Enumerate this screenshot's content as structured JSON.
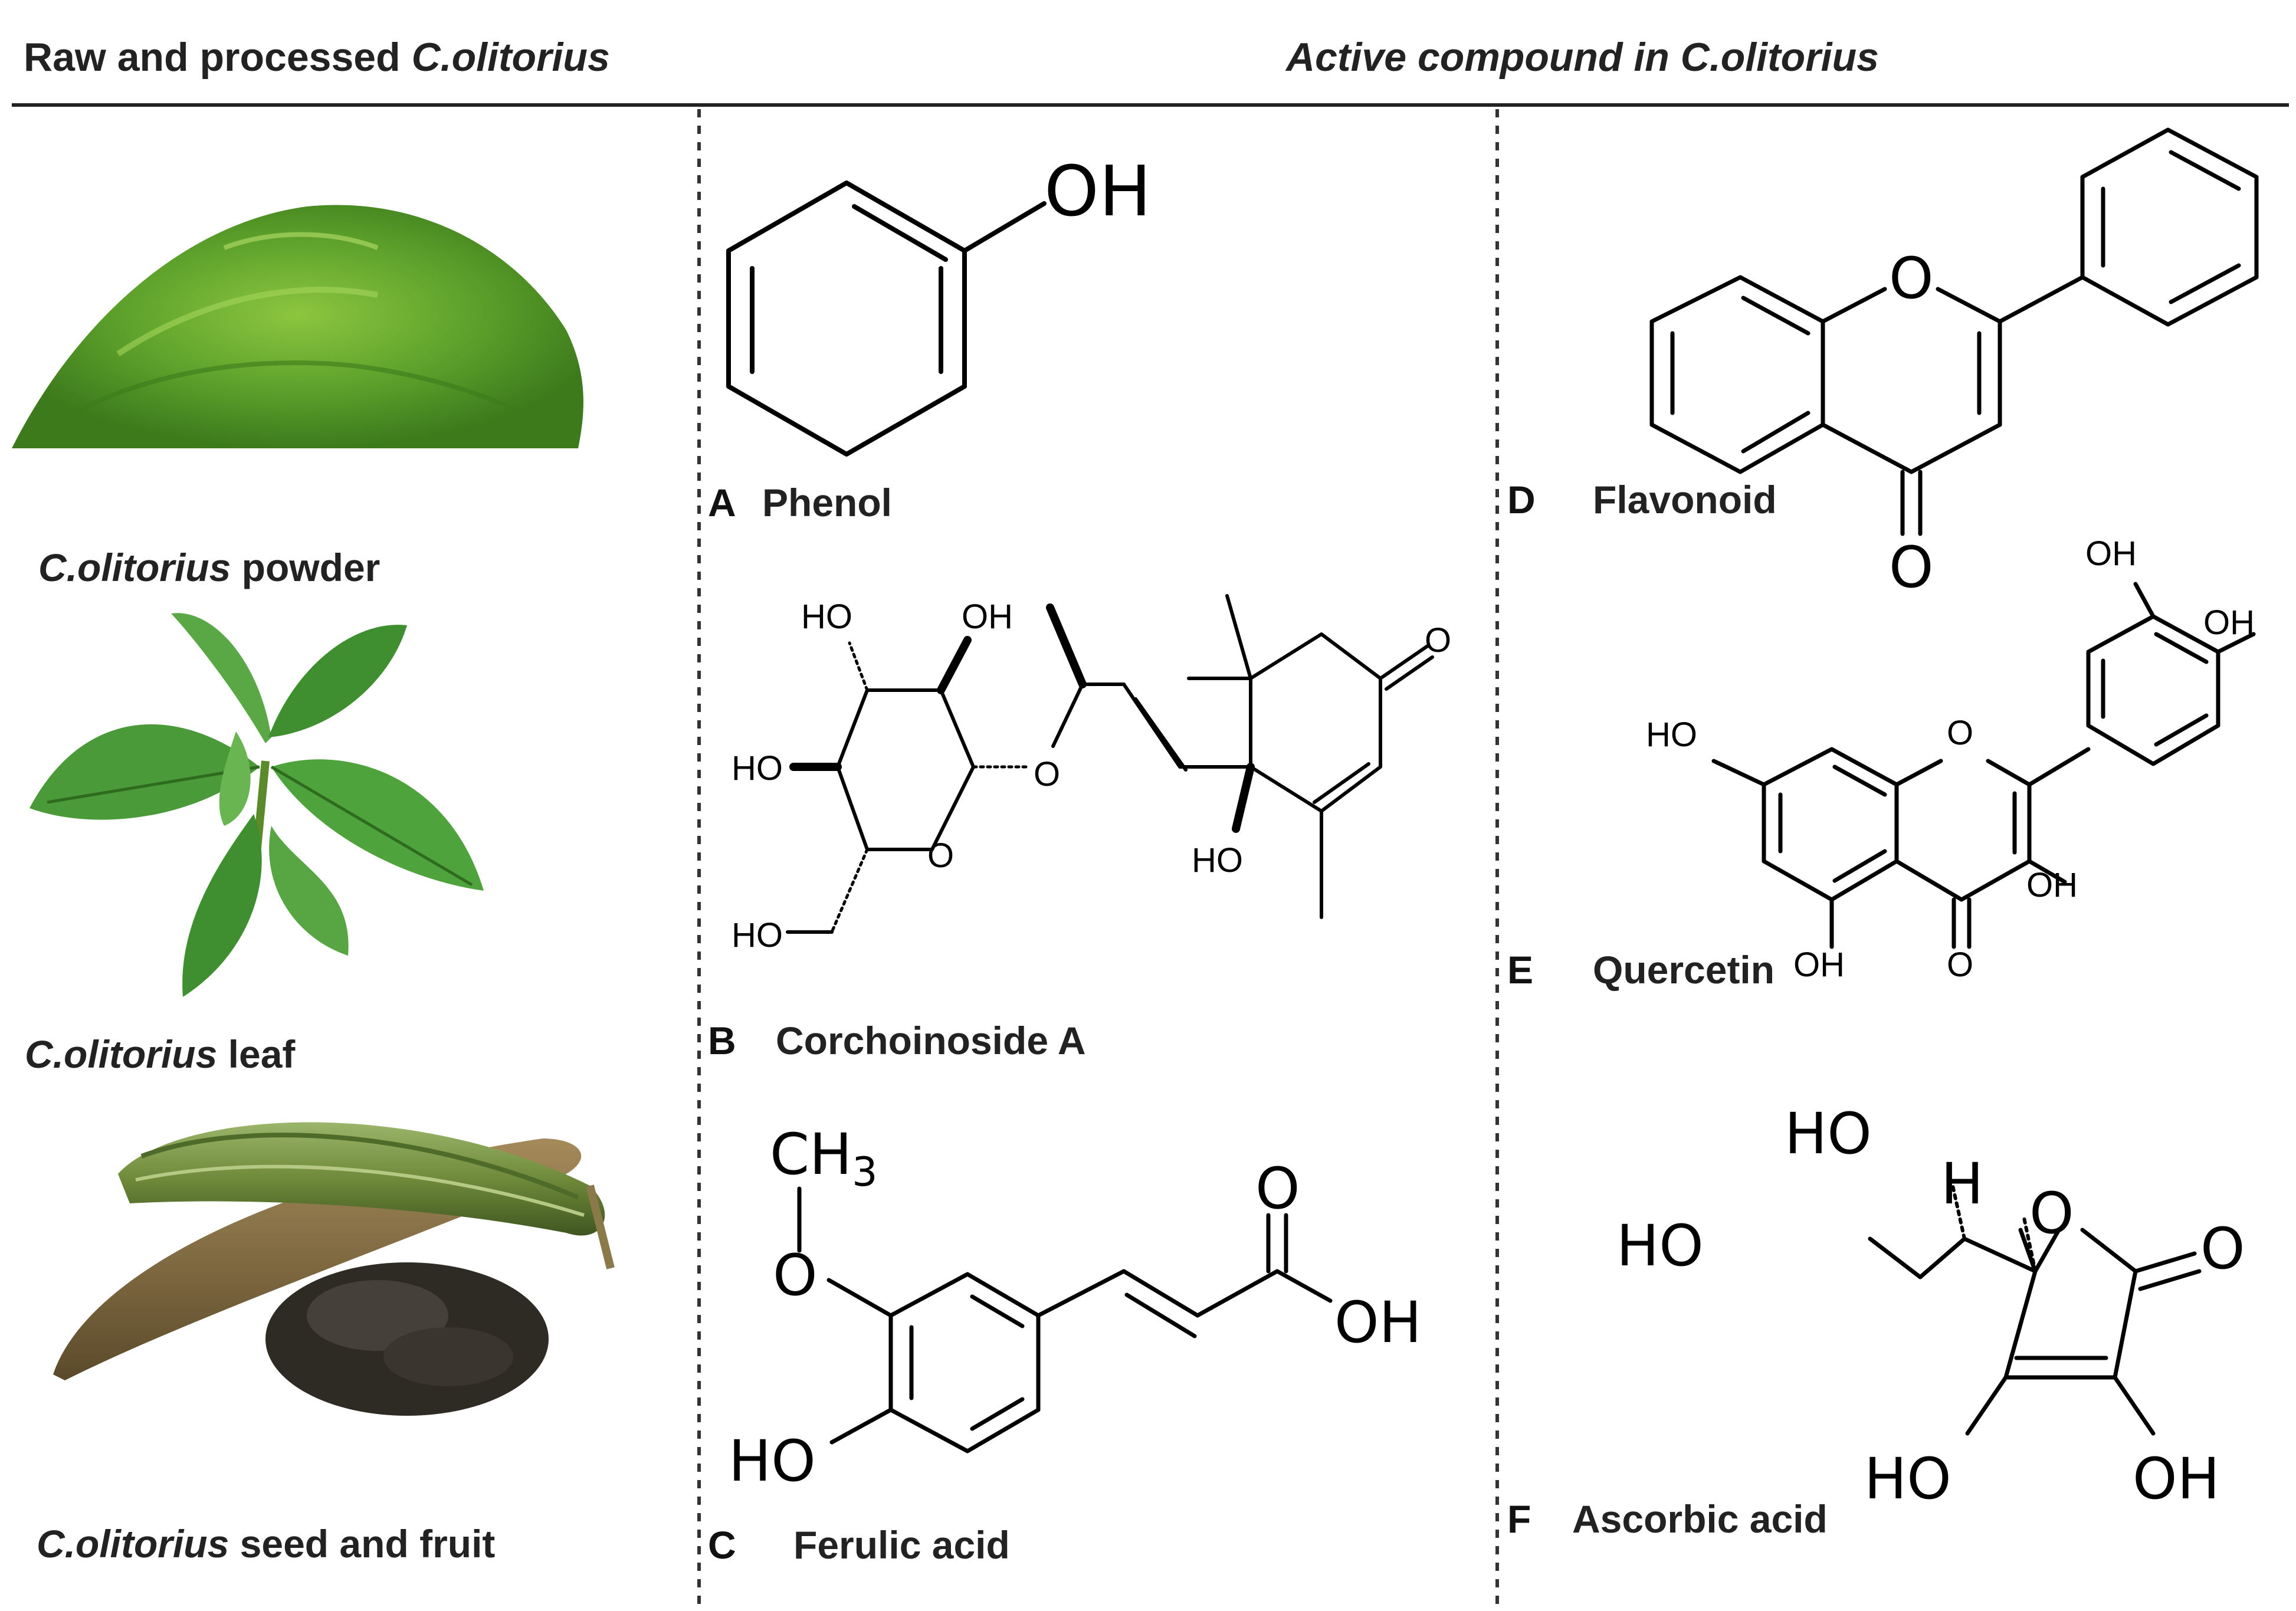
{
  "header": {
    "left_title_prefix": "Raw and processed ",
    "left_title_italic": "C.olitorius",
    "right_title": "Active compound in C.olitorius"
  },
  "materials": [
    {
      "italic": "C.olitorius",
      "rest": " powder",
      "icon": "green-powder-image",
      "color": "#5a9e2a"
    },
    {
      "italic": "C.olitorius",
      "rest": " leaf",
      "icon": "leaf-plant-image",
      "color": "#4a9a3a"
    },
    {
      "italic": "C.olitorius",
      "rest": " seed and fruit",
      "icon": "pods-and-seeds-image",
      "color": "#6f8a3a"
    }
  ],
  "compounds": [
    {
      "letter": "A",
      "name": "Phenol",
      "atoms": {
        "oh": "OH"
      }
    },
    {
      "letter": "B",
      "name": "Corchoinoside A",
      "atoms": {
        "ho1": "HO",
        "oh1": "OH",
        "ho2": "HO",
        "o_ring": "O",
        "o_link": "O",
        "ho3": "HO",
        "ho4": "HO",
        "o_keto": "O"
      }
    },
    {
      "letter": "C",
      "name": "Ferulic acid",
      "atoms": {
        "ch3": "CH",
        "ch3_sub": "3",
        "o_ether": "O",
        "o_carbonyl": "O",
        "oh": "OH",
        "ho": "HO"
      }
    },
    {
      "letter": "D",
      "name": "Flavonoid",
      "atoms": {
        "o_ring": "O",
        "o_keto": "O"
      }
    },
    {
      "letter": "E",
      "name": "Quercetin",
      "atoms": {
        "oh_top": "OH",
        "oh_right": "OH",
        "ho_left": "HO",
        "o_ring": "O",
        "oh_3": "OH",
        "oh_5": "OH",
        "o_keto": "O"
      }
    },
    {
      "letter": "F",
      "name": "Ascorbic acid",
      "atoms": {
        "ho_top": "HO",
        "ho_left": "HO",
        "h": "H",
        "o_ring": "O",
        "o_carbonyl": "O",
        "ho_bottom": "HO",
        "oh_bottom": "OH"
      }
    }
  ]
}
